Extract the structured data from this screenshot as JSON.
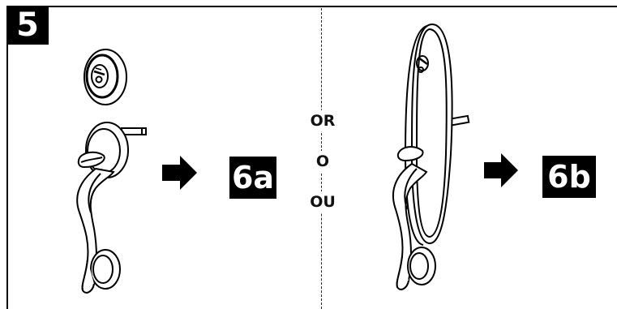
{
  "step": {
    "number": "5"
  },
  "options": {
    "left_ref": "6a",
    "right_ref": "6b"
  },
  "separator": {
    "labels": {
      "en": "OR",
      "es": "O",
      "fr": "OU"
    }
  },
  "colors": {
    "ink": "#000000",
    "paper": "#ffffff"
  },
  "icons": [
    "deadbolt-icon",
    "handleset-icon",
    "arrow-right-icon",
    "long-plate-handleset-icon"
  ]
}
